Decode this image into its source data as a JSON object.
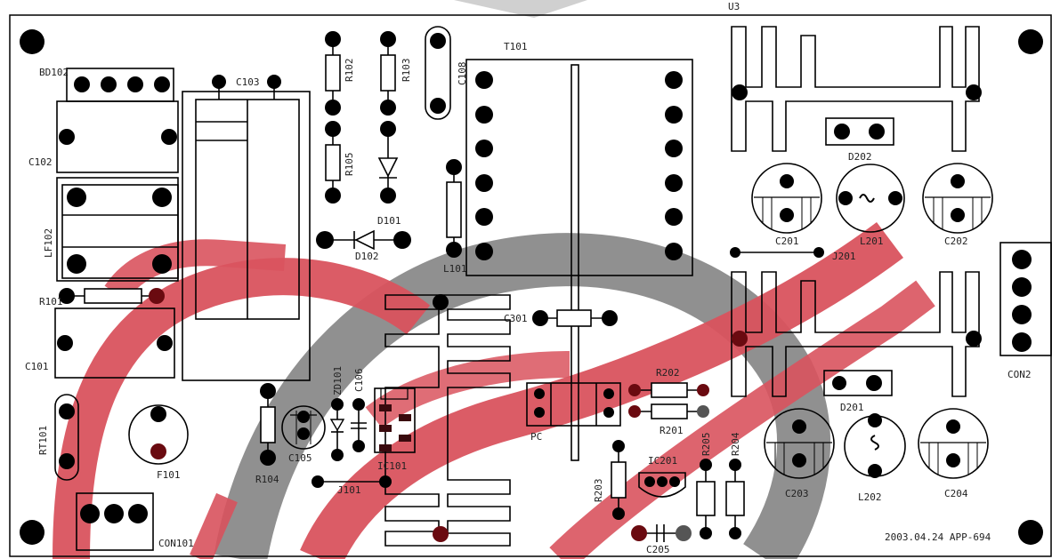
{
  "board": {
    "date_code": "2003.04.24 APP-694",
    "top_mark": "U3",
    "watermark_colors": {
      "red": "#d9535e",
      "gray": "#8a8a8a"
    }
  },
  "components": {
    "bd102": "BD102",
    "c103": "C103",
    "r102": "R102",
    "r103": "R103",
    "c108": "C108",
    "t101": "T101",
    "c102": "C102",
    "r105": "R105",
    "lf102": "LF102",
    "d101": "D101",
    "d102": "D102",
    "l101": "L101",
    "r101": "R101",
    "c101": "C101",
    "c301": "C301",
    "zd101": "ZD101",
    "c106": "C106",
    "rt101": "RT101",
    "f101": "F101",
    "c105": "C105",
    "ic101": "IC101",
    "r104": "R104",
    "j101": "J101",
    "con101": "CON101",
    "pc": "PC",
    "r202": "R202",
    "r201": "R201",
    "r203": "R203",
    "ic201": "IC201",
    "r205": "R205",
    "r204": "R204",
    "c205": "C205",
    "d202": "D202",
    "c201": "C201",
    "l201": "L201",
    "c202": "C202",
    "j201": "J201",
    "con2": "CON2",
    "d201": "D201",
    "c203": "C203",
    "l202": "L202",
    "c204": "C204"
  }
}
